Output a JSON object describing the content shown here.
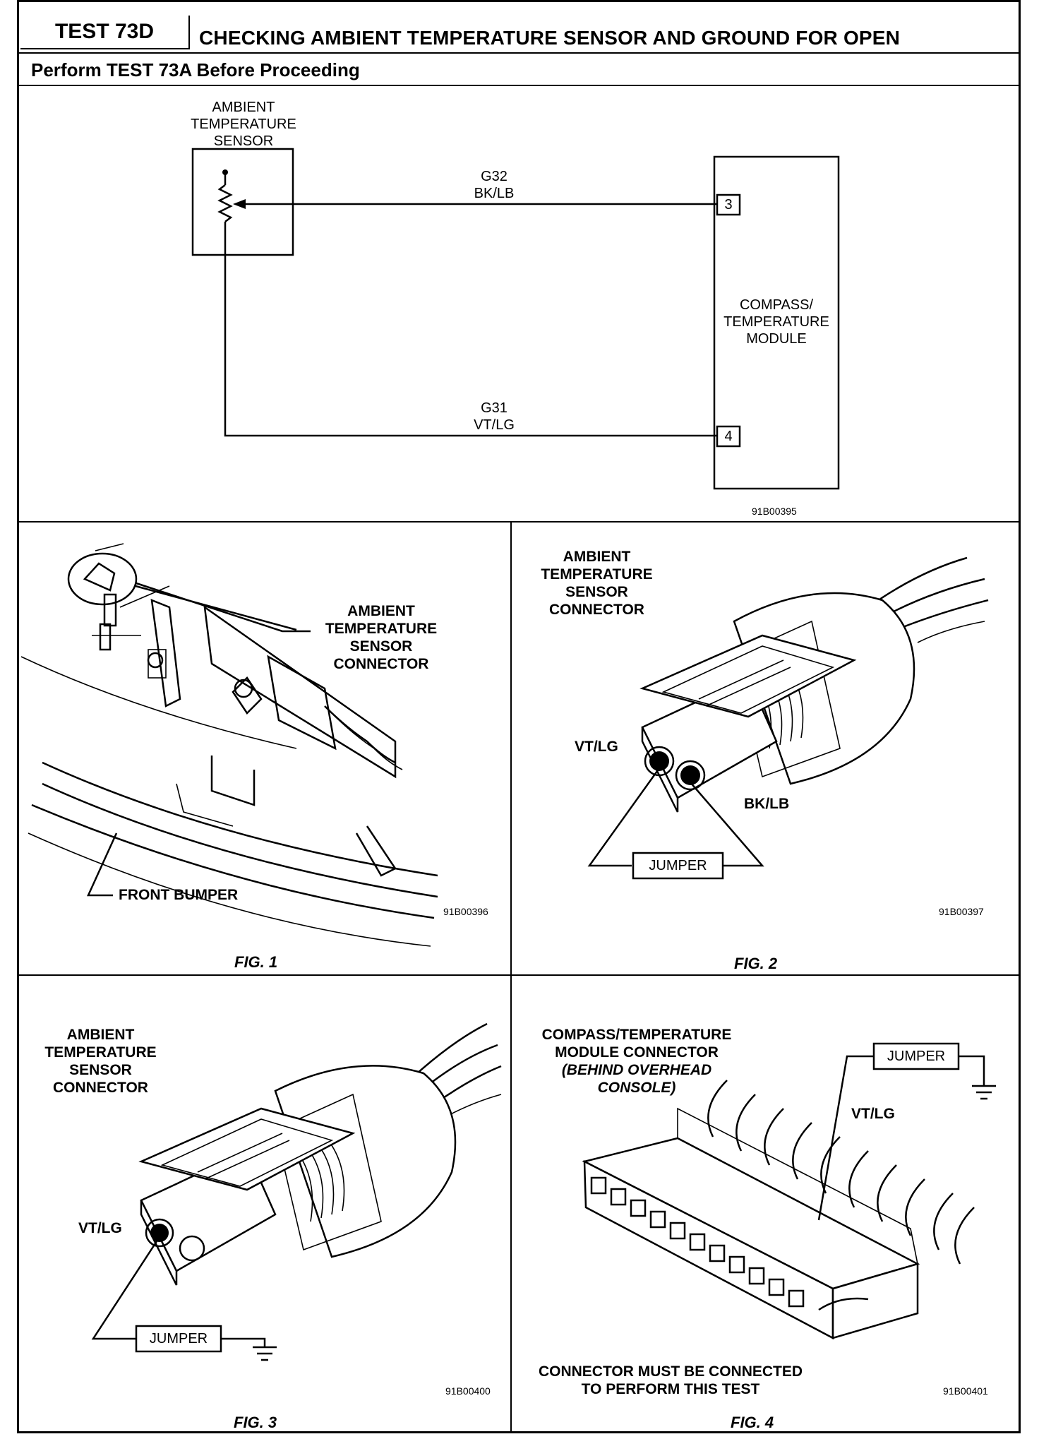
{
  "header": {
    "test_id": "TEST 73D",
    "title": "CHECKING AMBIENT TEMPERATURE SENSOR AND GROUND FOR OPEN",
    "subtitle": "Perform TEST 73A Before Proceeding"
  },
  "schematic": {
    "sensor_label": [
      "AMBIENT",
      "TEMPERATURE",
      "SENSOR"
    ],
    "module_label": [
      "COMPASS/",
      "TEMPERATURE",
      "MODULE"
    ],
    "wire_top": {
      "circuit": "G32",
      "color": "BK/LB",
      "pin": "3"
    },
    "wire_bottom": {
      "circuit": "G31",
      "color": "VT/LG",
      "pin": "4"
    },
    "code": "91B00395"
  },
  "fig1": {
    "callout": [
      "AMBIENT",
      "TEMPERATURE",
      "SENSOR",
      "CONNECTOR"
    ],
    "bumper_label": "FRONT BUMPER",
    "code": "91B00396",
    "caption": "FIG. 1"
  },
  "fig2": {
    "title": [
      "AMBIENT",
      "TEMPERATURE",
      "SENSOR",
      "CONNECTOR"
    ],
    "left_wire": "VT/LG",
    "right_wire": "BK/LB",
    "jumper": "JUMPER",
    "code": "91B00397",
    "caption": "FIG. 2"
  },
  "fig3": {
    "title": [
      "AMBIENT",
      "TEMPERATURE",
      "SENSOR",
      "CONNECTOR"
    ],
    "wire": "VT/LG",
    "jumper": "JUMPER",
    "code": "91B00400",
    "caption": "FIG. 3"
  },
  "fig4": {
    "title": [
      "COMPASS/TEMPERATURE",
      "MODULE CONNECTOR"
    ],
    "title_note": [
      "(BEHIND OVERHEAD",
      "CONSOLE)"
    ],
    "wire": "VT/LG",
    "jumper": "JUMPER",
    "note": [
      "CONNECTOR MUST BE CONNECTED",
      "TO PERFORM THIS TEST"
    ],
    "code": "91B00401",
    "caption": "FIG. 4"
  }
}
